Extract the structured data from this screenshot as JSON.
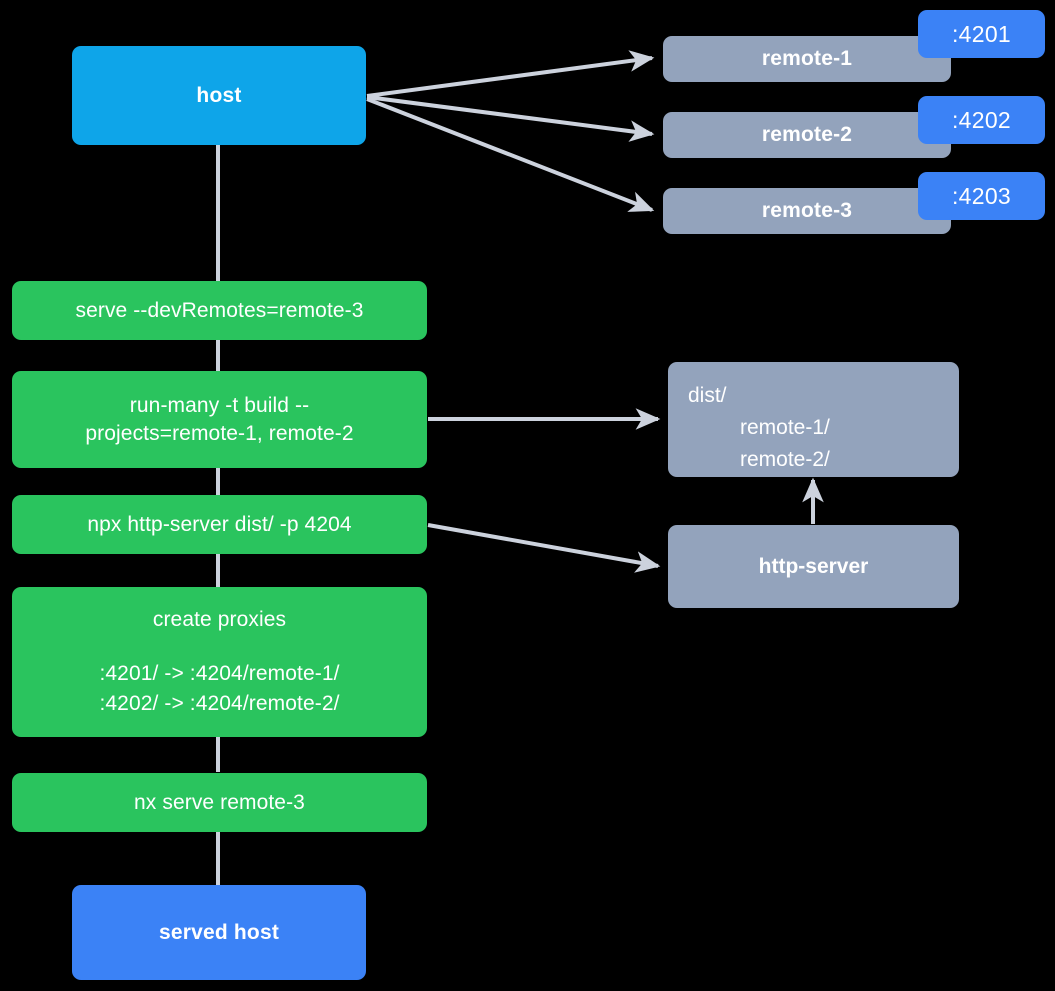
{
  "diagram": {
    "title": "Nx module federation host and remotes serve flow",
    "background_color": "#000000",
    "palette": {
      "host": "#0ea5e9",
      "served_host": "#3b82f6",
      "remote": "#93a3bc",
      "command": "#2ac45e",
      "port_badge": "#3b82f6",
      "edge": "#ccd2dd",
      "text": "#ffffff"
    }
  },
  "nodes": {
    "host": {
      "label": "host"
    },
    "served_host": {
      "label": "served host"
    },
    "remotes": [
      {
        "label": "remote-1",
        "port": ":4201"
      },
      {
        "label": "remote-2",
        "port": ":4202"
      },
      {
        "label": "remote-3",
        "port": ":4203"
      }
    ],
    "dist": {
      "root": "dist/",
      "children": [
        "remote-1/",
        "remote-2/"
      ]
    },
    "http_server": {
      "label": "http-server"
    }
  },
  "commands": [
    {
      "label": "serve --devRemotes=remote-3"
    },
    {
      "label": "run-many -t build --\nprojects=remote-1, remote-2"
    },
    {
      "label": "npx http-server dist/ -p 4204"
    },
    {
      "label": "create proxies",
      "detail": ":4201/ -> :4204/remote-1/\n:4202/ -> :4204/remote-2/"
    },
    {
      "label": "nx serve remote-3"
    }
  ]
}
